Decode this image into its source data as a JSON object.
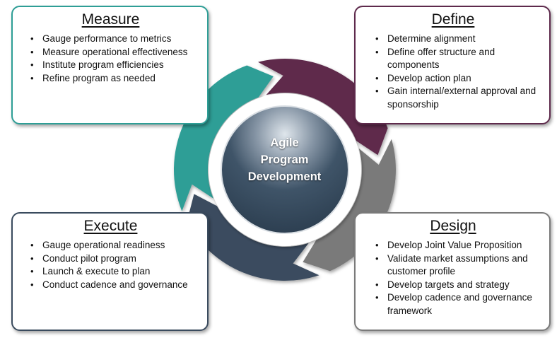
{
  "center": {
    "lines": [
      "Agile",
      "Program",
      "Development"
    ]
  },
  "boxes": {
    "measure": {
      "title": "Measure",
      "items": [
        "Gauge performance to metrics",
        "Measure operational effectiveness",
        "Institute program efficiencies",
        "Refine program as needed"
      ]
    },
    "define": {
      "title": "Define",
      "items": [
        "Determine alignment",
        "Define offer structure and components",
        "Develop action plan",
        "Gain internal/external approval and sponsorship"
      ]
    },
    "execute": {
      "title": "Execute",
      "items": [
        "Gauge operational readiness",
        "Conduct pilot program",
        "Launch & execute to plan",
        "Conduct cadence and governance"
      ]
    },
    "design": {
      "title": "Design",
      "items": [
        "Develop Joint Value Proposition",
        "Validate market assumptions and customer profile",
        "Develop targets and strategy",
        "Develop cadence and governance framework"
      ]
    }
  },
  "colors": {
    "measure": "#2e9e96",
    "define": "#5e2a4c",
    "design": "#7a7a7a",
    "execute": "#3a4b5e",
    "center_top": "#c9d2dc",
    "center_bottom": "#34495e"
  }
}
